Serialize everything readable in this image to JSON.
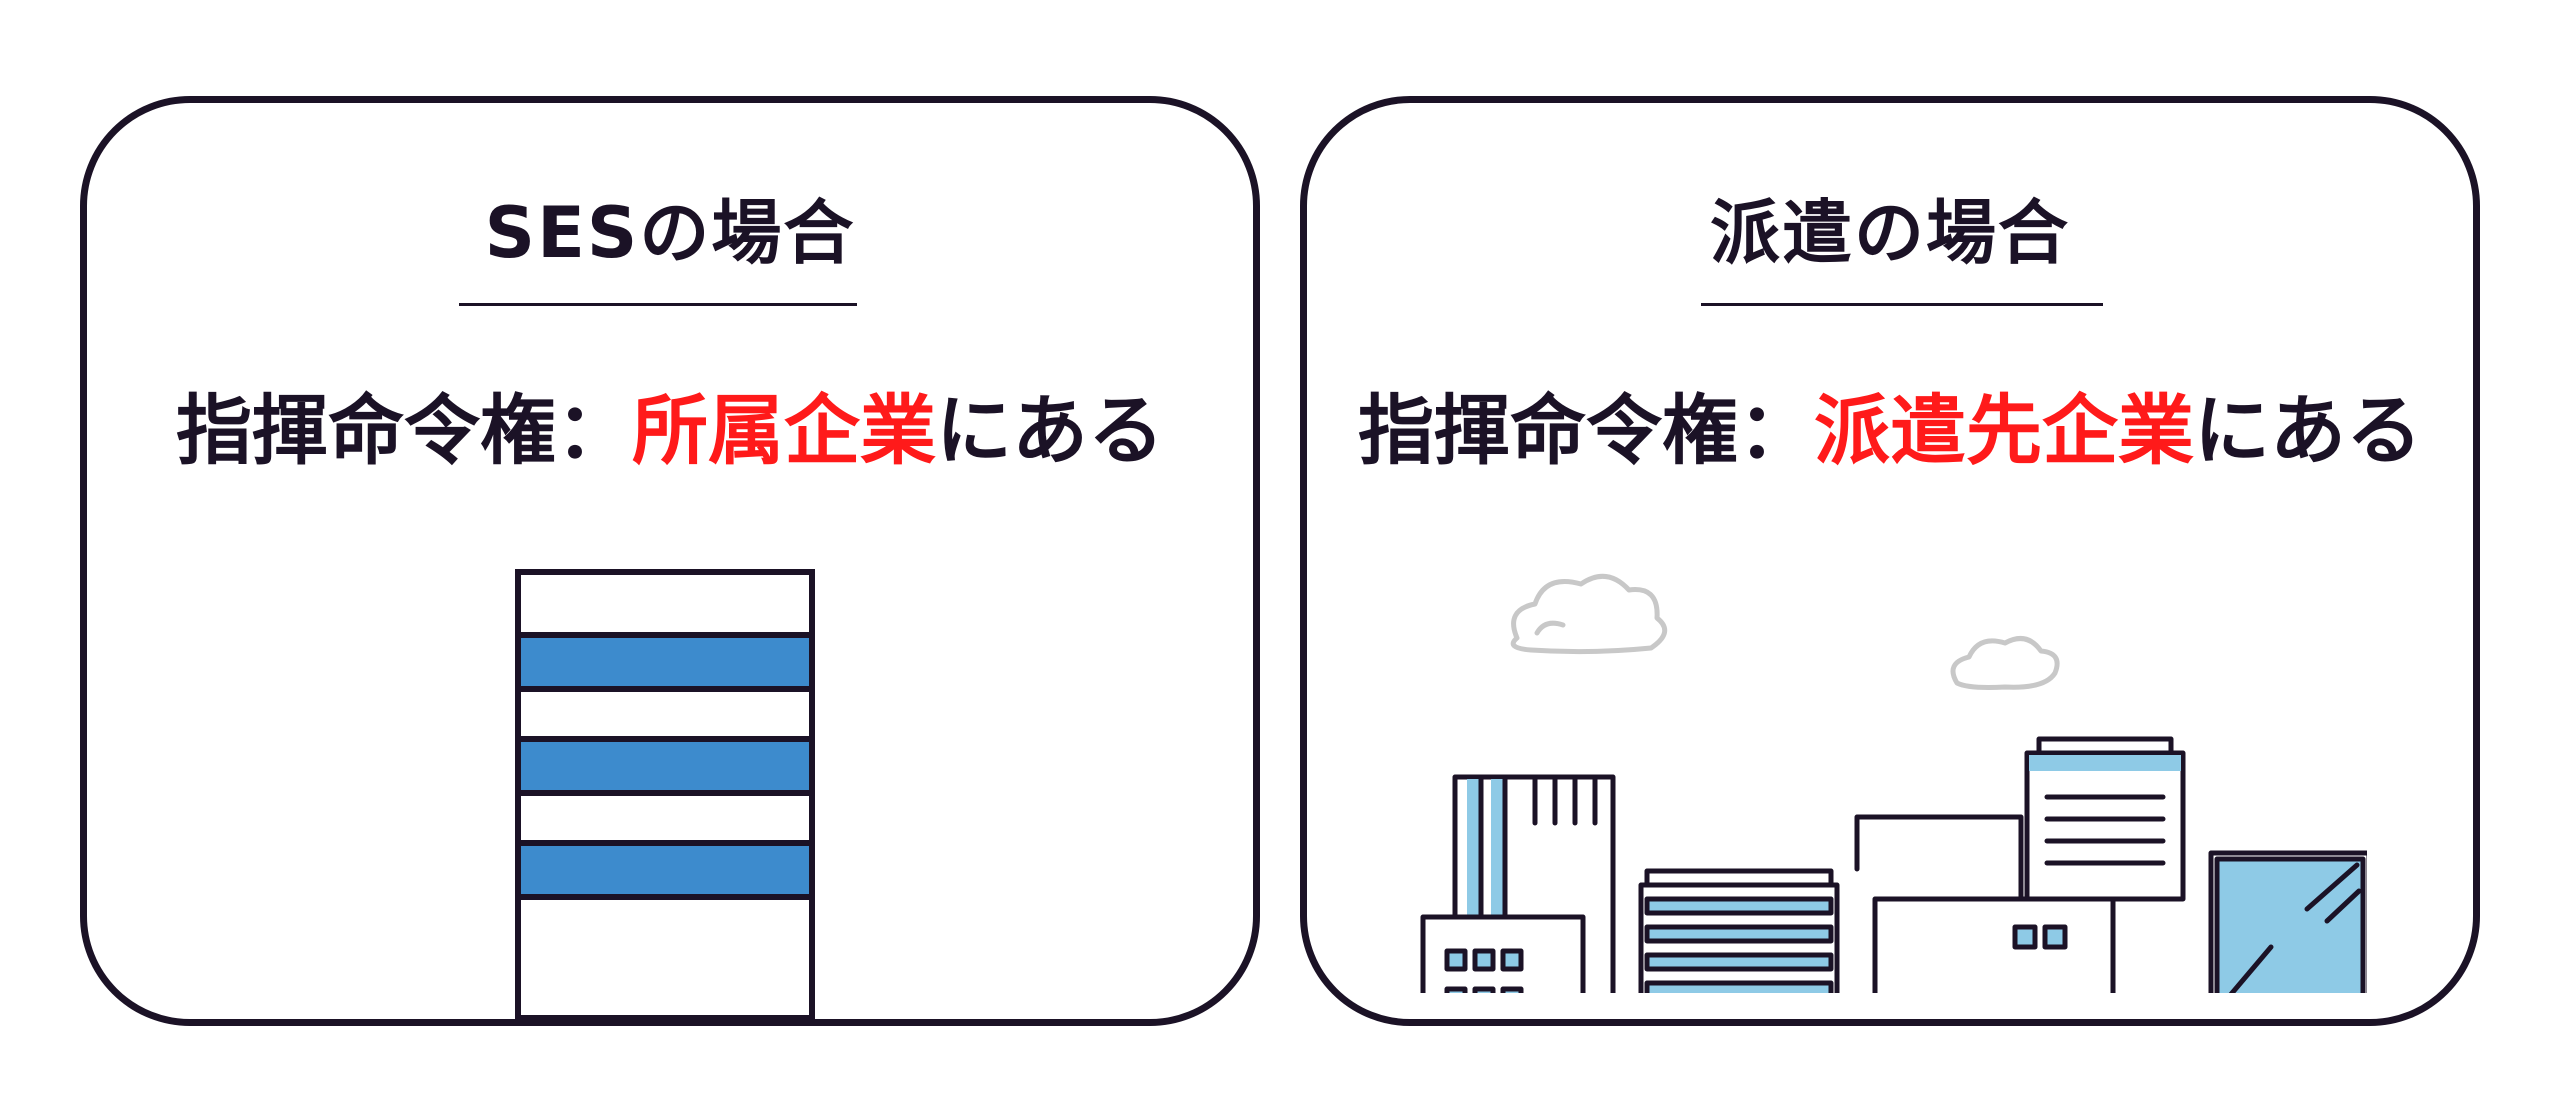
{
  "panels": {
    "ses": {
      "title": "SESの場合",
      "label": "指揮命令権：",
      "highlight": "所属企業",
      "suffix": "にある"
    },
    "haken": {
      "title": "派遣の場合",
      "label": "指揮命令権：",
      "highlight": "派遣先企業",
      "suffix": "にある"
    }
  },
  "colors": {
    "outline": "#1b1226",
    "highlight": "#ff1a1a",
    "building_blue": "#3d8bcd",
    "glass_blue": "#8ecae6",
    "tree_green": "#7fc46a",
    "cloud_gray": "#c8c8c8"
  }
}
